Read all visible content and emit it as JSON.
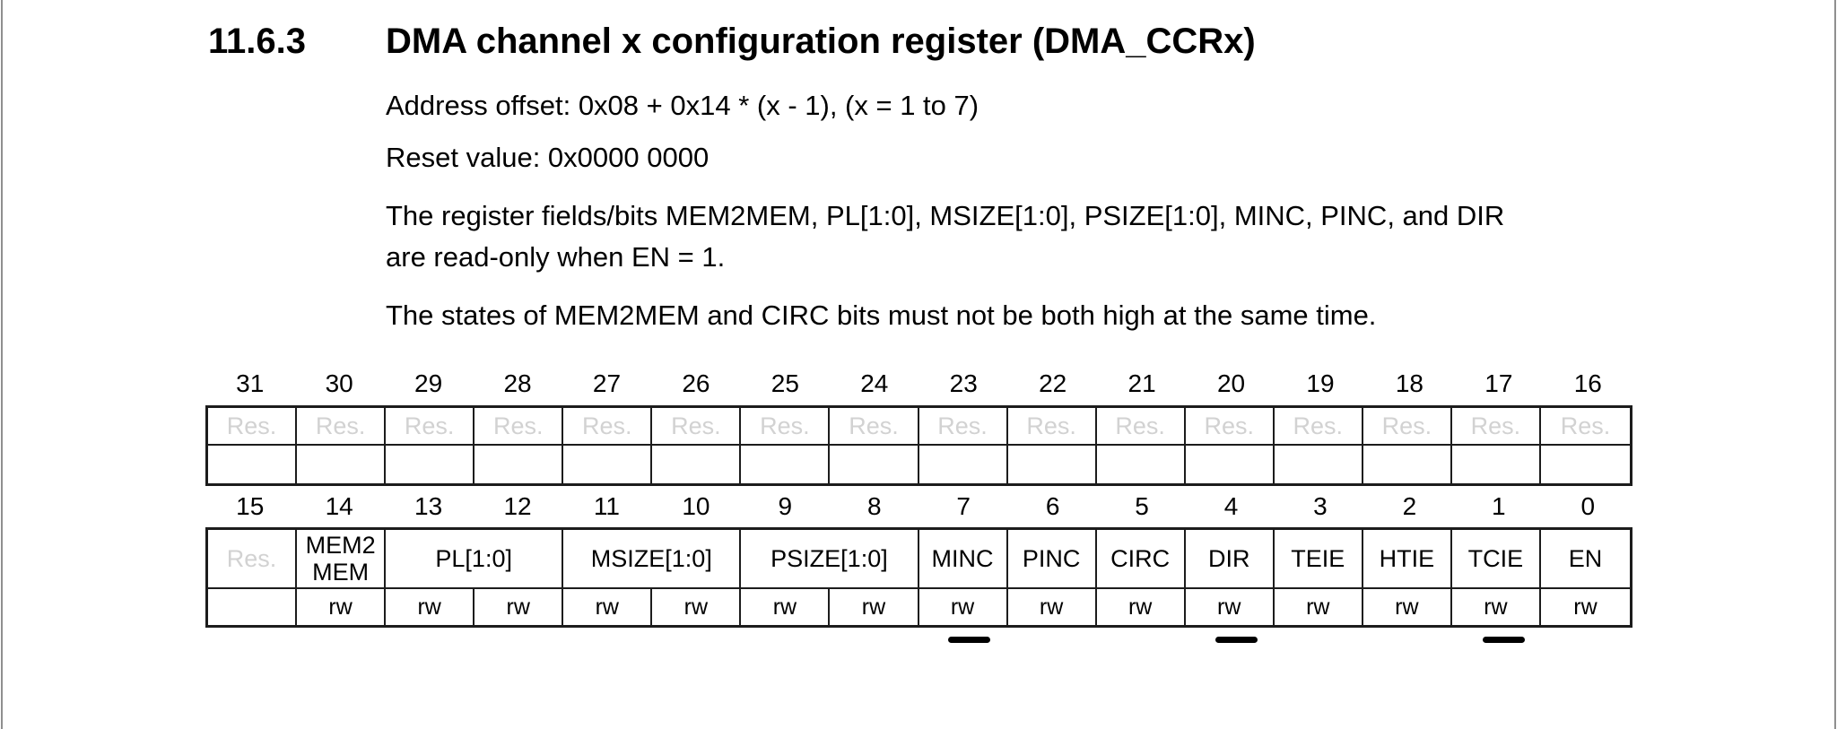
{
  "page": {
    "section_number": "11.6.3",
    "title": "DMA channel x configuration register (DMA_CCRx)",
    "address_offset": "Address offset: 0x08 + 0x14 * (x - 1), (x = 1 to 7)",
    "reset_value": "Reset value: 0x0000 0000",
    "note_readonly_lines": [
      "The register fields/bits MEM2MEM, PL[1:0], MSIZE[1:0], PSIZE[1:0], MINC, PINC, and DIR",
      "are read-only when EN = 1."
    ],
    "note_states": "The states of MEM2MEM and CIRC bits must not be both high at the same time."
  },
  "colors": {
    "reserved_text": "#d2d2d2",
    "table_border": "#1c1c1c",
    "page_edge": "#8f8f8f"
  },
  "register_diagram": {
    "high_word": {
      "bit_numbers": [
        "31",
        "30",
        "29",
        "28",
        "27",
        "26",
        "25",
        "24",
        "23",
        "22",
        "21",
        "20",
        "19",
        "18",
        "17",
        "16"
      ],
      "fields": [
        {
          "label": "Res.",
          "span": 1,
          "reserved": true
        },
        {
          "label": "Res.",
          "span": 1,
          "reserved": true
        },
        {
          "label": "Res.",
          "span": 1,
          "reserved": true
        },
        {
          "label": "Res.",
          "span": 1,
          "reserved": true
        },
        {
          "label": "Res.",
          "span": 1,
          "reserved": true
        },
        {
          "label": "Res.",
          "span": 1,
          "reserved": true
        },
        {
          "label": "Res.",
          "span": 1,
          "reserved": true
        },
        {
          "label": "Res.",
          "span": 1,
          "reserved": true
        },
        {
          "label": "Res.",
          "span": 1,
          "reserved": true
        },
        {
          "label": "Res.",
          "span": 1,
          "reserved": true
        },
        {
          "label": "Res.",
          "span": 1,
          "reserved": true
        },
        {
          "label": "Res.",
          "span": 1,
          "reserved": true
        },
        {
          "label": "Res.",
          "span": 1,
          "reserved": true
        },
        {
          "label": "Res.",
          "span": 1,
          "reserved": true
        },
        {
          "label": "Res.",
          "span": 1,
          "reserved": true
        },
        {
          "label": "Res.",
          "span": 1,
          "reserved": true
        }
      ],
      "access": [
        "",
        "",
        "",
        "",
        "",
        "",
        "",
        "",
        "",
        "",
        "",
        "",
        "",
        "",
        "",
        ""
      ]
    },
    "low_word": {
      "bit_numbers": [
        "15",
        "14",
        "13",
        "12",
        "11",
        "10",
        "9",
        "8",
        "7",
        "6",
        "5",
        "4",
        "3",
        "2",
        "1",
        "0"
      ],
      "fields": [
        {
          "label": "Res.",
          "span": 1,
          "reserved": true
        },
        {
          "label": "MEM2 MEM",
          "span": 1,
          "reserved": false
        },
        {
          "label": "PL[1:0]",
          "span": 2,
          "reserved": false
        },
        {
          "label": "MSIZE[1:0]",
          "span": 2,
          "reserved": false
        },
        {
          "label": "PSIZE[1:0]",
          "span": 2,
          "reserved": false
        },
        {
          "label": "MINC",
          "span": 1,
          "reserved": false
        },
        {
          "label": "PINC",
          "span": 1,
          "reserved": false
        },
        {
          "label": "CIRC",
          "span": 1,
          "reserved": false
        },
        {
          "label": "DIR",
          "span": 1,
          "reserved": false
        },
        {
          "label": "TEIE",
          "span": 1,
          "reserved": false
        },
        {
          "label": "HTIE",
          "span": 1,
          "reserved": false
        },
        {
          "label": "TCIE",
          "span": 1,
          "reserved": false
        },
        {
          "label": "EN",
          "span": 1,
          "reserved": false
        }
      ],
      "access": [
        "",
        "rw",
        "rw",
        "rw",
        "rw",
        "rw",
        "rw",
        "rw",
        "rw",
        "rw",
        "rw",
        "rw",
        "rw",
        "rw",
        "rw",
        "rw"
      ],
      "underline_marks_bits": [
        7,
        4,
        1
      ]
    }
  }
}
